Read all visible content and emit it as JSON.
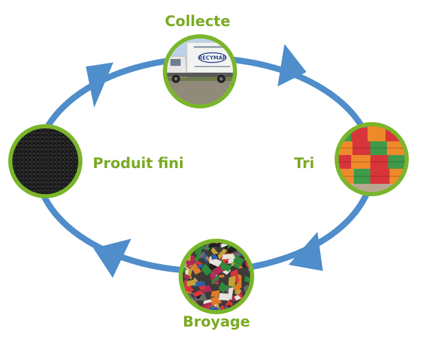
{
  "diagram": {
    "title": "",
    "colors": {
      "cycle_arrow": "#4f8dcb",
      "node_ring": "#7ab62a",
      "label": "#7aaa22",
      "truck_body": "#f3f4f2",
      "crate_red": "#d8353a",
      "crate_orange": "#ef8a2a",
      "crate_green": "#3f9a4a",
      "pellet_black": "#1b1b1b"
    },
    "nodes": [
      {
        "id": "collecte",
        "label": "Collecte",
        "image": "delivery-truck-photo",
        "truck_logo": "RECYMAP"
      },
      {
        "id": "tri",
        "label": "Tri",
        "image": "plastic-crates-photo"
      },
      {
        "id": "broyage",
        "label": "Broyage",
        "image": "shredded-plastic-photo"
      },
      {
        "id": "produit_fini",
        "label": "Produit fini",
        "image": "black-pellets-photo"
      }
    ],
    "flow": "clockwise"
  }
}
